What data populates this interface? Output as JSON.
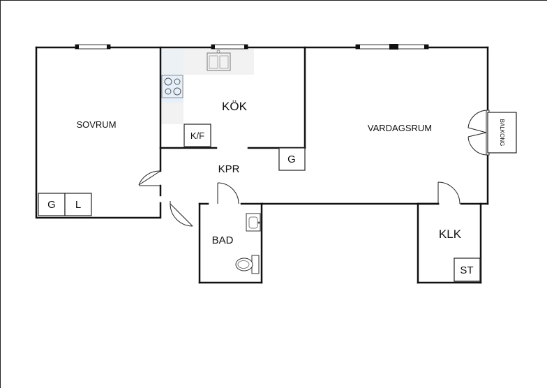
{
  "rooms": {
    "sovrum": "SOVRUM",
    "kok": "KÖK",
    "vardagsrum": "VARDAGSRUM",
    "kpr": "KPR",
    "bad": "BAD",
    "klk": "KLK",
    "balkong": "BALKONG"
  },
  "fixtures": {
    "kf": "K/F",
    "g_sovrum": "G",
    "l_sovrum": "L",
    "g_kok": "G",
    "st": "ST"
  }
}
